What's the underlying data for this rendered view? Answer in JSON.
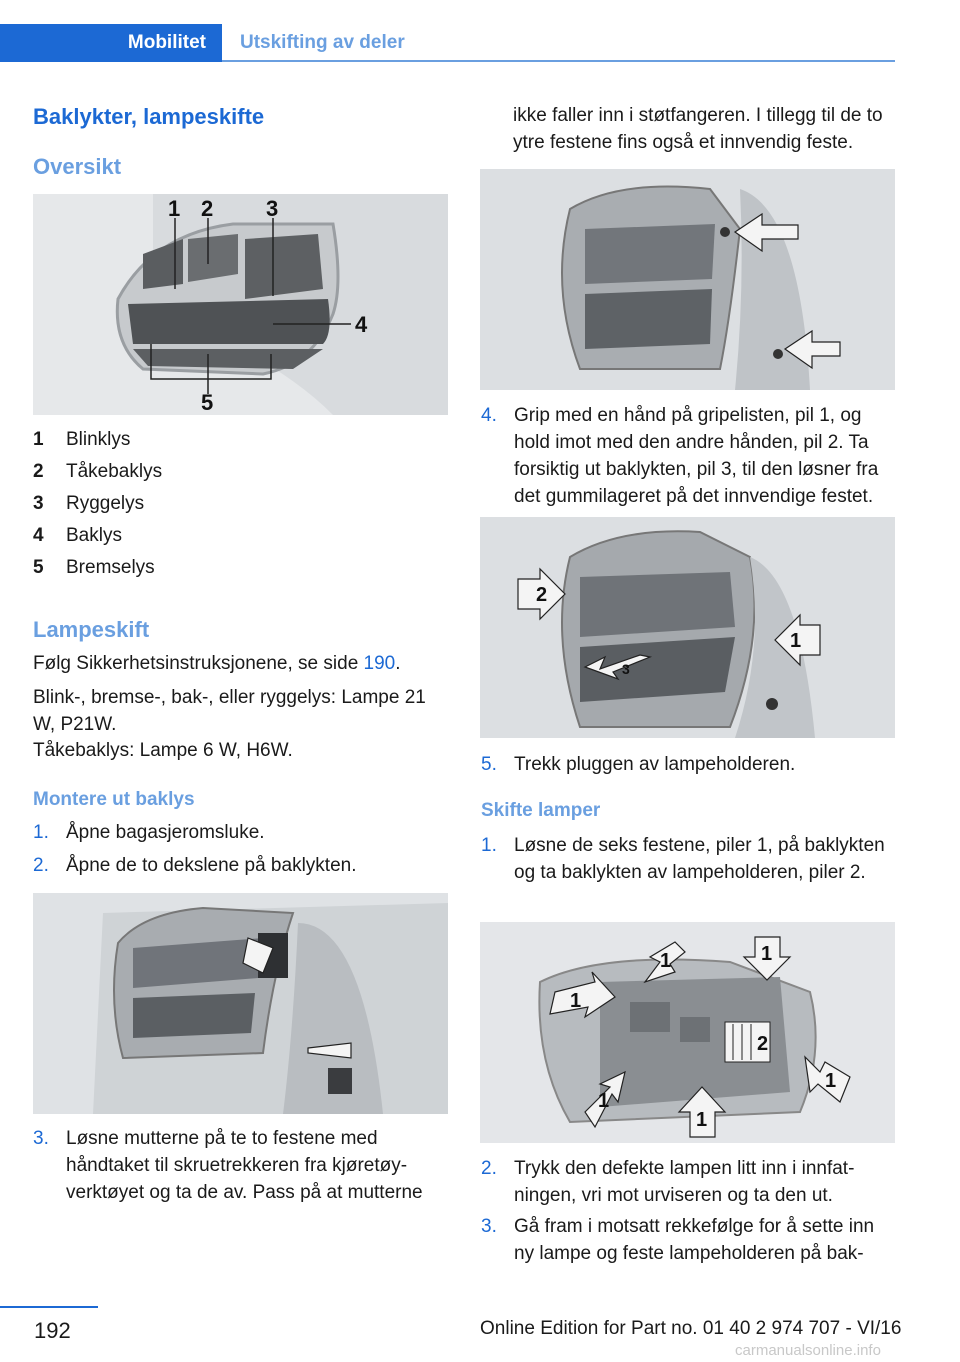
{
  "header": {
    "section": "Mobilitet",
    "subsection": "Utskifting av deler"
  },
  "left": {
    "title": "Baklykter, lampeskifte",
    "overview_heading": "Oversikt",
    "fig1_callouts": [
      "1",
      "2",
      "3",
      "4",
      "5"
    ],
    "legend": [
      {
        "num": "1",
        "text": "Blinklys"
      },
      {
        "num": "2",
        "text": "Tåkebaklys"
      },
      {
        "num": "3",
        "text": "Ryggelys"
      },
      {
        "num": "4",
        "text": "Baklys"
      },
      {
        "num": "5",
        "text": "Bremselys"
      }
    ],
    "lamp_heading": "Lampeskift",
    "safety_text": "Følg Sikkerhetsinstruksjonene, se side ",
    "safety_page": "190",
    "safety_end": ".",
    "lamp_spec_1": "Blink-, bremse-, bak-, eller ryggelys: Lampe 21 W, P21W.",
    "lamp_spec_2": "Tåkebaklys: Lampe 6 W, H6W.",
    "remove_heading": "Montere ut baklys",
    "steps": [
      {
        "num": "1.",
        "text": "Åpne bagasjeromsluke."
      },
      {
        "num": "2.",
        "text": "Åpne de to dekslene på baklykten."
      },
      {
        "num": "3.",
        "text": "Løsne mutterne på te to festene med håndtaket til skruetrekkeren fra kjøretøy­verktøyet og ta de av. Pass på at mutterne"
      }
    ]
  },
  "right": {
    "continued_text": "ikke faller inn i støtfangeren. I tillegg til de to ytre festene fins også et innvendig feste.",
    "steps": [
      {
        "num": "4.",
        "text": "Grip med en hånd på gripelisten, pil 1, og hold imot med den andre hånden, pil 2. Ta forsiktig ut baklykten, pil 3, til den løsner fra det gummilageret på det innvendige festet."
      },
      {
        "num": "5.",
        "text": "Trekk pluggen av lampeholderen."
      }
    ],
    "fig4_callouts": [
      "2",
      "1",
      "3"
    ],
    "change_heading": "Skifte lamper",
    "change_steps": [
      {
        "num": "1.",
        "text": "Løsne de seks festene, piler 1, på baklyk­ten og ta baklykten av lampeholderen, piler 2."
      },
      {
        "num": "2.",
        "text": "Trykk den defekte lampen litt inn i innfat­ningen, vri mot urviseren og ta den ut."
      },
      {
        "num": "3.",
        "text": "Gå fram i motsatt rekkefølge for å sette inn ny lampe og feste lampeholderen på bak-"
      }
    ],
    "fig5_callouts": [
      "1",
      "1",
      "1",
      "2",
      "1",
      "1",
      "1"
    ]
  },
  "footer": {
    "page": "192",
    "edition": "Online Edition for Part no. 01 40 2 974 707 - VI/16",
    "watermark": "carmanualsonline.info"
  }
}
